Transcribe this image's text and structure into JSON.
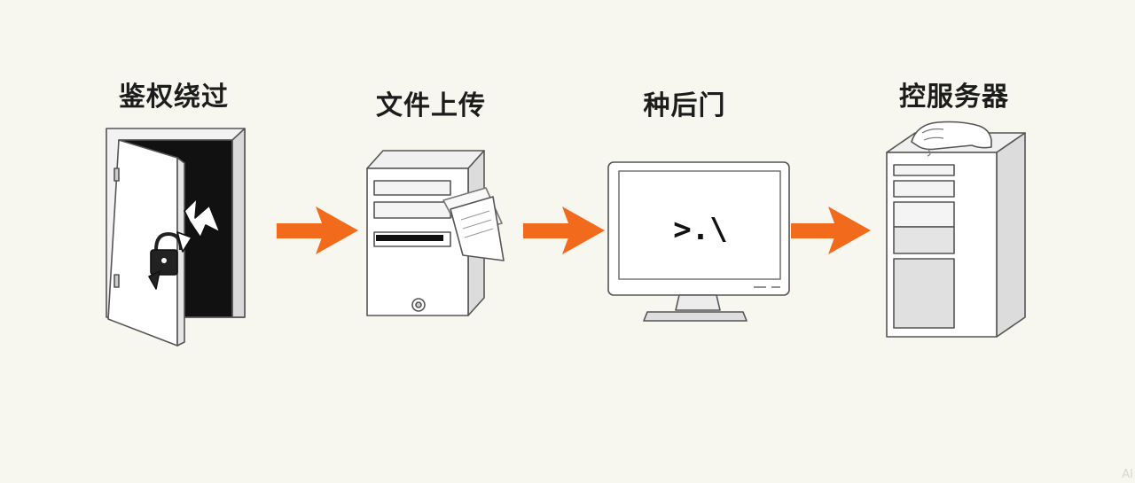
{
  "steps": [
    {
      "id": "auth-bypass",
      "label": "鉴权绕过",
      "icon": "broken-door-icon"
    },
    {
      "id": "file-upload",
      "label": "文件上传",
      "icon": "server-upload-icon"
    },
    {
      "id": "backdoor",
      "label": "种后门",
      "icon": "monitor-terminal-icon"
    },
    {
      "id": "control-server",
      "label": "控服务器",
      "icon": "server-hand-icon"
    }
  ],
  "terminal_prompt": ">.\\",
  "colors": {
    "background": "#f7f6ef",
    "arrow": "#f26a1b",
    "line": "#555555",
    "fill": "#ffffff"
  },
  "watermark": "AI"
}
